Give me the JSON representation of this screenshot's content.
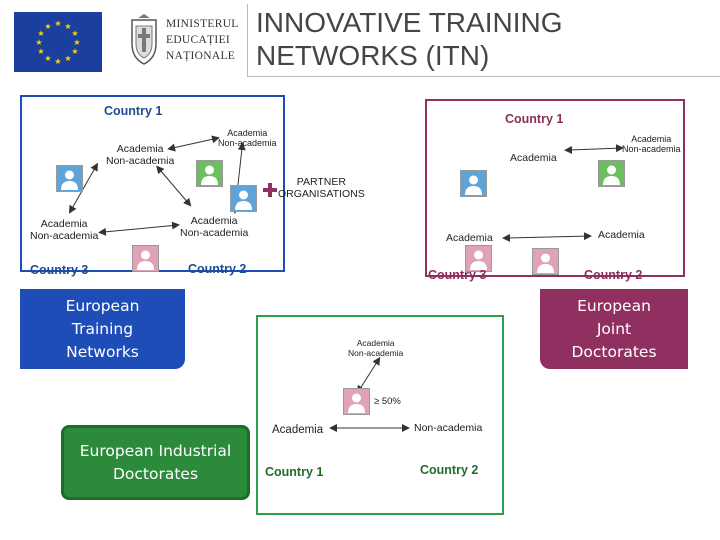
{
  "header": {
    "title_line1": "INNOVATIVE TRAINING",
    "title_line2": "NETWORKS (ITN)",
    "ministry_line1": "MINISTERUL",
    "ministry_line2": "EDUCAȚIEI",
    "ministry_line3": "NAȚIONALE"
  },
  "colors": {
    "etn_blue": "#1e4db7",
    "ejd_purple": "#8f3061",
    "eid_green": "#2c8b3a",
    "eu_flag": "#1a3f9e"
  },
  "left_network": {
    "country_1": "Country 1",
    "top_center": "Academia\nNon-academia",
    "top_left": "Academia\nNon-academia",
    "bottom_left": "Academia\nNon-academia",
    "bottom_center": "Academia\nNon-academia",
    "country_3": "Country 3",
    "country_2": "Country 2",
    "box_label": "European\nTraining\nNetworks"
  },
  "partner": {
    "label": "PARTNER\nORGANISATIONS"
  },
  "right_network": {
    "country_1": "Country 1",
    "top_right": "Academia\nNon-academia",
    "top_academia": "Academia",
    "bottom_left": "Academia",
    "bottom_right": "Academia",
    "country_3": "Country 3",
    "country_2": "Country 2",
    "box_label": "European\nJoint\nDoctorates"
  },
  "bottom_network": {
    "top": "Academia\nNon-academia",
    "share": "≥ 50%",
    "left": "Academia",
    "right": "Non-academia",
    "country_1": "Country 1",
    "country_2": "Country 2",
    "box_label": "European Industrial\nDoctorates"
  },
  "icons": {
    "person": "person-icon",
    "plus": "plus-icon",
    "eu_flag": "eu-flag-icon",
    "ministry_crest": "coat-of-arms-icon"
  }
}
